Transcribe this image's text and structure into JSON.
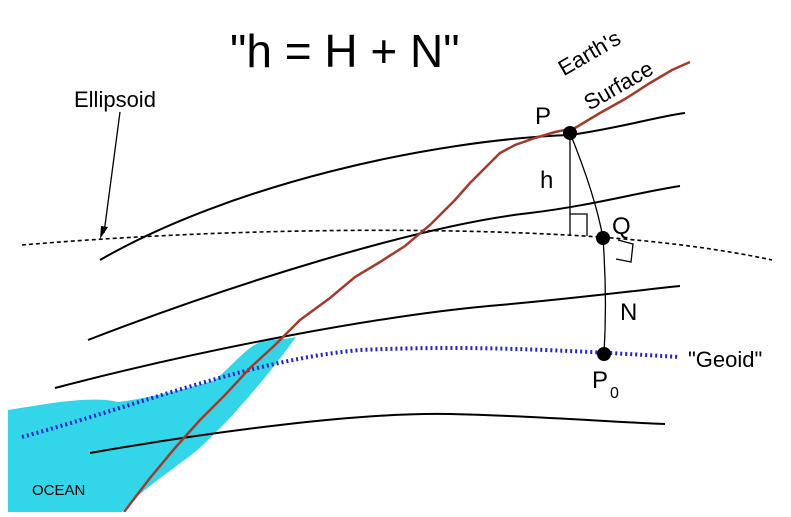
{
  "title": "\"h = H + N\"",
  "labels": {
    "ellipsoid": "Ellipsoid",
    "earth_surface_line1": "Earth's",
    "earth_surface_line2": "Surface",
    "point_p": "P",
    "point_q": "Q",
    "point_p0": "P",
    "point_p0_subscript": "0",
    "height_h": "h",
    "height_n": "N",
    "geoid": "\"Geoid\"",
    "ocean": "OCEAN"
  },
  "colors": {
    "ocean_fill": "#33d6e8",
    "earth_surface": "#a33a2a",
    "geoid": "#2424c8",
    "lines": "#000000"
  }
}
